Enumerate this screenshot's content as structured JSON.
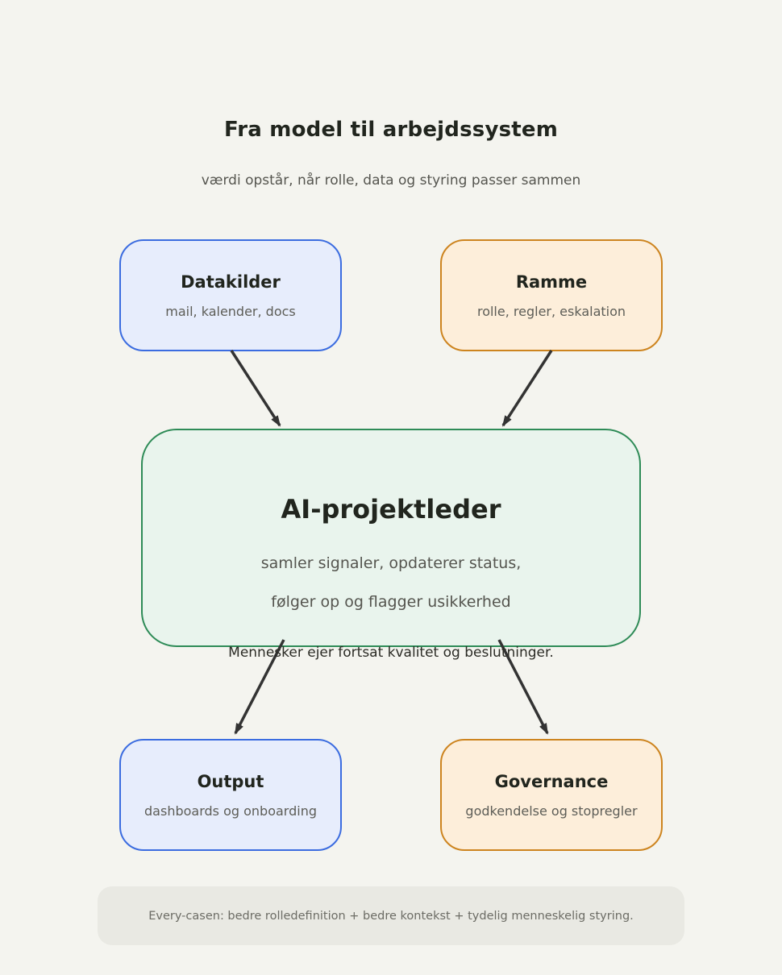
{
  "diagram": {
    "title": "Fra model til arbejdssystem",
    "subtitle": "værdi opstår, når rolle, data og styring passer sammen",
    "caption": "Mennesker ejer fortsat kvalitet og beslutninger.",
    "footer_note": "Every-casen: bedre rolledefinition + bedre kontekst + tydelig menneskelig styring.",
    "nodes": {
      "datakilder": {
        "title": "Datakilder",
        "subtitle": "mail, kalender, docs",
        "fill": "#e7edfc",
        "border": "#3b6ce0"
      },
      "ramme": {
        "title": "Ramme",
        "subtitle": "rolle, regler, eskalation",
        "fill": "#fdeeda",
        "border": "#cd841f"
      },
      "ai_projektleder": {
        "title": "AI-projektleder",
        "line1": "samler signaler, opdaterer status,",
        "line2": "følger op og flagger usikkerhed",
        "fill": "#e9f4ed",
        "border": "#2e8b57"
      },
      "output": {
        "title": "Output",
        "subtitle": "dashboards og onboarding",
        "fill": "#e7edfc",
        "border": "#3b6ce0"
      },
      "governance": {
        "title": "Governance",
        "subtitle": "godkendelse og stopregler",
        "fill": "#fdeeda",
        "border": "#cd841f"
      }
    },
    "edges": [
      {
        "from": "datakilder",
        "to": "ai_projektleder"
      },
      {
        "from": "ramme",
        "to": "ai_projektleder"
      },
      {
        "from": "ai_projektleder",
        "to": "output"
      },
      {
        "from": "ai_projektleder",
        "to": "governance"
      }
    ],
    "colors": {
      "background": "#f4f4ef",
      "arrow": "#333333",
      "footer_bg": "#e9e9e3"
    }
  }
}
